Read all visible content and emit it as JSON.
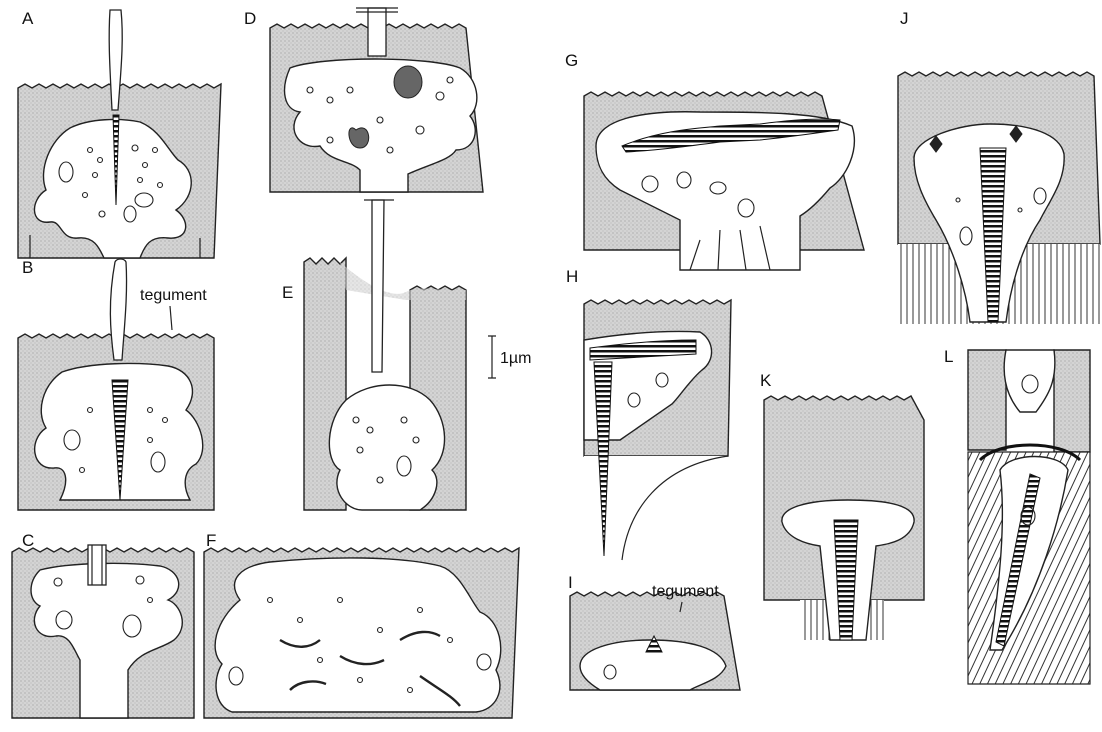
{
  "figure": {
    "panels": [
      {
        "id": "A",
        "label": "A"
      },
      {
        "id": "B",
        "label": "B"
      },
      {
        "id": "C",
        "label": "C"
      },
      {
        "id": "D",
        "label": "D"
      },
      {
        "id": "E",
        "label": "E"
      },
      {
        "id": "F",
        "label": "F"
      },
      {
        "id": "G",
        "label": "G"
      },
      {
        "id": "H",
        "label": "H"
      },
      {
        "id": "I",
        "label": "I"
      },
      {
        "id": "J",
        "label": "J"
      },
      {
        "id": "K",
        "label": "K"
      },
      {
        "id": "L",
        "label": "L"
      }
    ],
    "annotations": {
      "tegument_B": "tegument",
      "tegument_I": "tegument",
      "scale_bar": "1µm"
    },
    "colors": {
      "tegument_fill": "#d6d6d6",
      "line": "#222222",
      "background": "#ffffff"
    }
  }
}
